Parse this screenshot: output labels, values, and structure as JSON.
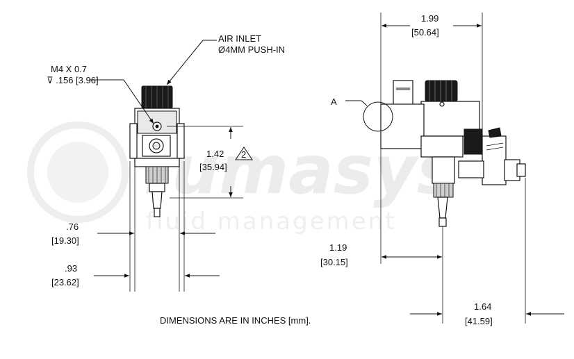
{
  "watermark": {
    "brand": "fumasys",
    "tagline": "fluid management"
  },
  "left_view": {
    "callout_air": {
      "line1": "AIR INLET",
      "line2": "Ø4MM PUSH-IN"
    },
    "callout_thread": {
      "line1": "M4 X 0.7",
      "line2": "⊽ .156 [3.96]"
    },
    "dim_height": {
      "inch": "1.42",
      "mm": "[35.94]",
      "note": "2"
    },
    "dim_width_inner": {
      "inch": ".76",
      "mm": "[19.30]"
    },
    "dim_width_outer": {
      "inch": ".93",
      "mm": "[23.62]"
    }
  },
  "right_view": {
    "detail_label": "A",
    "dim_top": {
      "inch": "1.99",
      "mm": "[50.64]"
    },
    "dim_left": {
      "inch": "1.19",
      "mm": "[30.15]"
    },
    "dim_right": {
      "inch": "1.64",
      "mm": "[41.59]"
    }
  },
  "footer_note": "DIMENSIONS ARE IN INCHES [mm]."
}
